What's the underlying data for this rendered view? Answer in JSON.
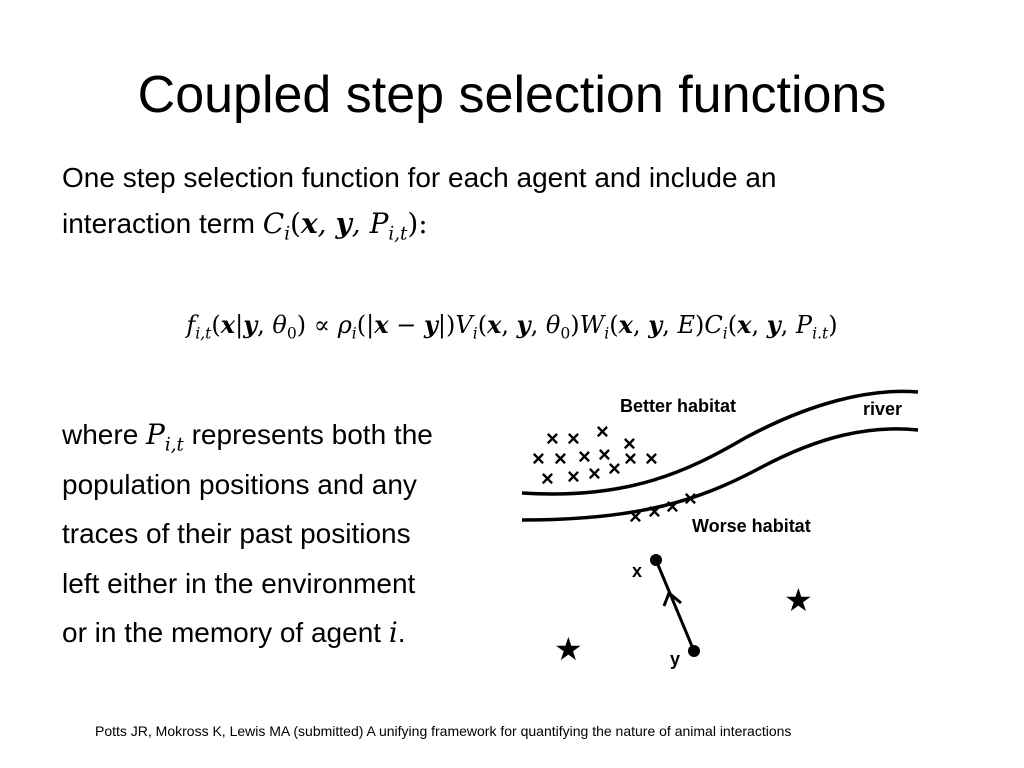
{
  "slide": {
    "title": "Coupled step selection functions",
    "intro_line1": "One step selection function for each agent and include an",
    "intro_line2": "interaction term",
    "where_lines": [
      "where",
      "represents both the",
      "population positions and any",
      "traces of their past positions",
      "left either in the environment",
      "or in the memory of agent"
    ],
    "citation": "Potts JR, Mokross K, Lewis MA (submitted) A unifying framework for quantifying the nature of animal interactions"
  },
  "math": {
    "C": "C",
    "i": "i",
    "x": "x",
    "y": "y",
    "P": "P",
    "it": "i,t",
    "itdot": "i.t",
    "f": "f",
    "theta": "θ",
    "zero": "0",
    "propto": "∝",
    "rho": "ρ",
    "V": "V",
    "W": "W",
    "E": "E",
    "minus": "−"
  },
  "figure": {
    "better_habitat": "Better habitat",
    "worse_habitat": "Worse habitat",
    "river": "river",
    "x_label": "x",
    "y_label": "y",
    "cross": "×",
    "star": "★"
  }
}
